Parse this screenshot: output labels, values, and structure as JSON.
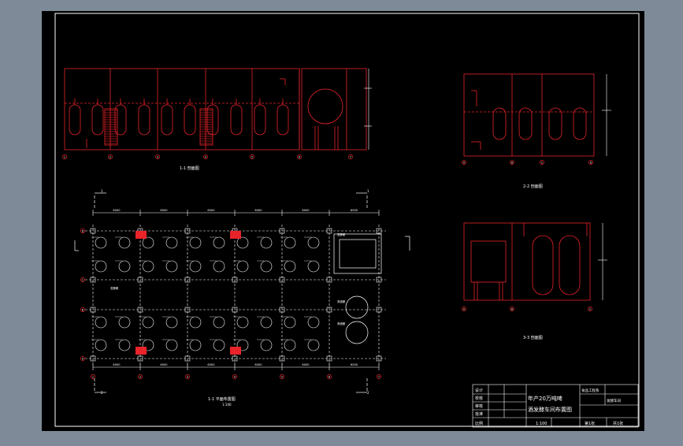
{
  "colors": {
    "background_outer": "#7f8a99",
    "sheet": "#000000",
    "line_white": "#ffffff",
    "line_red": "#e8232a"
  },
  "elevation_top_left": {
    "title": "1-1 剖面图",
    "axis_labels": [
      "1",
      "2",
      "3",
      "4",
      "5",
      "6",
      "7"
    ]
  },
  "elevation_top_right": {
    "title": "2-2 剖面图",
    "axis_labels": [
      "A",
      "B",
      "C",
      "D"
    ]
  },
  "elevation_mid_right": {
    "title": "3-3 剖面图",
    "axis_labels": [
      "A",
      "B",
      "C"
    ]
  },
  "plan": {
    "title": "1-1 平面布置图",
    "subtitle": "1:100",
    "dimension_label": "6000",
    "row_labels": [
      "D",
      "C",
      "B",
      "A"
    ],
    "column_labels": [
      "1",
      "2",
      "3",
      "4",
      "5",
      "6",
      "7"
    ],
    "section_marks": [
      "1",
      "1",
      "2",
      "2"
    ],
    "room_labels": [
      "发酵罐",
      "发酵罐",
      "清酒罐",
      "清酒罐"
    ]
  },
  "title_block": {
    "project_line1": "年产20万吨啤",
    "project_line2": "酒发酵车间布置图",
    "header_cells": [
      "设计",
      "校核",
      "审核",
      "批准"
    ],
    "right_top_1": "食品工程系",
    "right_top_2": "发酵车间",
    "scale_label": "比例",
    "scale_value": "1:100",
    "sheet_label": "第1张",
    "total_label": "共1张"
  }
}
